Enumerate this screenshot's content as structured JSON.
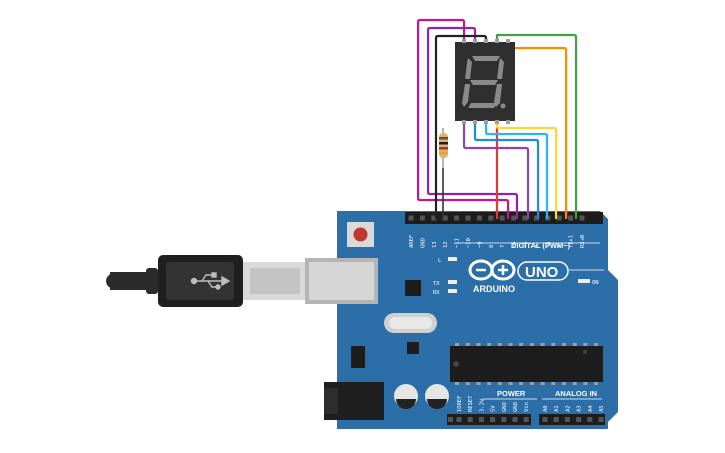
{
  "board": {
    "brand": "ARDUINO",
    "model": "UNO",
    "digital_header": "DIGITAL (PWM~)",
    "power_header": "POWER",
    "analog_header": "ANALOG IN",
    "on_label": "ON",
    "led_l": "L",
    "led_tx": "TX",
    "led_rx": "RX",
    "digital_pins": [
      "AREF",
      "GND",
      "13",
      "12",
      "~11",
      "~10",
      "~9",
      "8",
      "7",
      "~6",
      "~5",
      "4",
      "~3",
      "2",
      "TX▸1",
      "RX◂0"
    ],
    "power_pins": [
      "IOREF",
      "RESET",
      "3.3V",
      "5V",
      "GND",
      "GND",
      "Vin"
    ],
    "analog_pins": [
      "A0",
      "A1",
      "A2",
      "A3",
      "A4",
      "A5"
    ],
    "board_color": "#2b6ea8"
  },
  "wires": [
    {
      "color": "#c2188b"
    },
    {
      "color": "#8e24aa"
    },
    {
      "color": "#222222"
    },
    {
      "color": "#e53935"
    },
    {
      "color": "#8e44ad"
    },
    {
      "color": "#1e88e5"
    },
    {
      "color": "#29b6f6"
    },
    {
      "color": "#fdd835"
    },
    {
      "color": "#fb8c00"
    },
    {
      "color": "#43a047"
    }
  ],
  "display": {
    "digit_color": "#8a8a8a",
    "body_color": "#2f2f2f"
  },
  "resistor": {
    "body_color": "#e0b36b"
  }
}
